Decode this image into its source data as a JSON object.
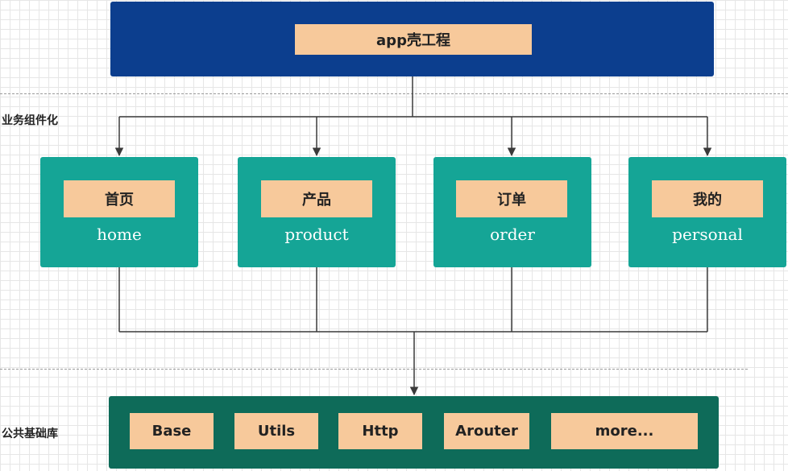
{
  "shell": {
    "label": "app壳工程"
  },
  "sections": {
    "business": "业务组件化",
    "base": "公共基础库"
  },
  "modules": [
    {
      "cn": "首页",
      "en": "home"
    },
    {
      "cn": "产品",
      "en": "product"
    },
    {
      "cn": "订单",
      "en": "order"
    },
    {
      "cn": "我的",
      "en": "personal"
    }
  ],
  "libs": [
    "Base",
    "Utils",
    "Http",
    "Arouter",
    "more..."
  ],
  "colors": {
    "shell": "#0c3e8e",
    "module": "#15a596",
    "base": "#0e6b59",
    "label": "#f7c99b",
    "line": "#3a3a3a"
  }
}
